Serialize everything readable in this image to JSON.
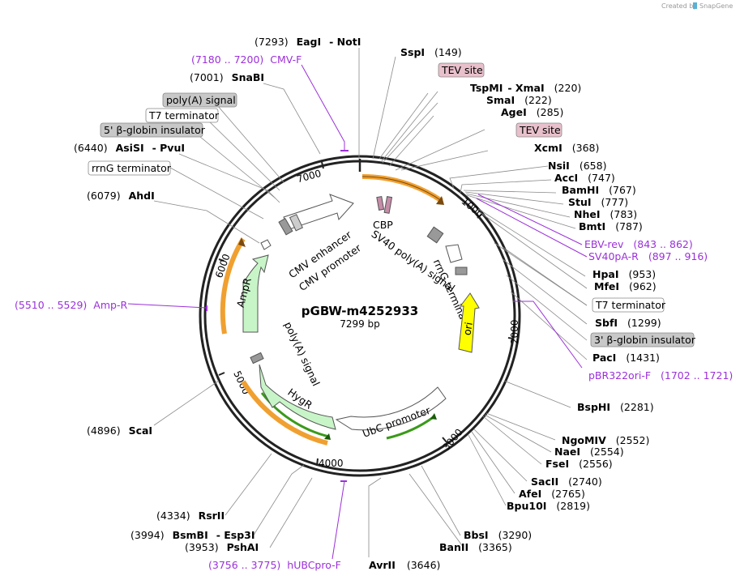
{
  "credit": "Created by",
  "brand": "SnapGene",
  "plasmid": {
    "name": "pGBW-m4252933",
    "length": "7299 bp"
  },
  "ticks": [
    "1000",
    "2000",
    "3000",
    "4000",
    "5000",
    "6000",
    "7000"
  ],
  "sites_left": [
    {
      "pos": "(7293)",
      "name": "EagI",
      "extra": "- NotI"
    },
    {
      "pos": "(7001)",
      "name": "SnaBI"
    },
    {
      "pos": "(6440)",
      "name": "AsiSI",
      "extra": "- PvuI"
    },
    {
      "pos": "(6079)",
      "name": "AhdI"
    },
    {
      "pos": "(4896)",
      "name": "ScaI"
    },
    {
      "pos": "(4334)",
      "name": "RsrII"
    },
    {
      "pos": "(3994)",
      "name": "BsmBI",
      "extra": "- Esp3I"
    },
    {
      "pos": "(3953)",
      "name": "PshAI"
    },
    {
      "pos": "(3646)",
      "name": "AvrII"
    }
  ],
  "sites_right": [
    {
      "name": "SspI",
      "pos": "(149)"
    },
    {
      "name": "TspMI",
      "extra": "- XmaI",
      "pos": "(220)"
    },
    {
      "name": "SmaI",
      "pos": "(222)"
    },
    {
      "name": "AgeI",
      "pos": "(285)"
    },
    {
      "name": "XcmI",
      "pos": "(368)"
    },
    {
      "name": "NsiI",
      "pos": "(658)"
    },
    {
      "name": "AccI",
      "pos": "(747)"
    },
    {
      "name": "BamHI",
      "pos": "(767)"
    },
    {
      "name": "StuI",
      "pos": "(777)"
    },
    {
      "name": "NheI",
      "pos": "(783)"
    },
    {
      "name": "BmtI",
      "pos": "(787)"
    },
    {
      "name": "HpaI",
      "pos": "(953)"
    },
    {
      "name": "MfeI",
      "pos": "(962)"
    },
    {
      "name": "SbfI",
      "pos": "(1299)"
    },
    {
      "name": "PacI",
      "pos": "(1431)"
    },
    {
      "name": "BspHI",
      "pos": "(2281)"
    },
    {
      "name": "NgoMIV",
      "pos": "(2552)"
    },
    {
      "name": "NaeI",
      "pos": "(2554)"
    },
    {
      "name": "FseI",
      "pos": "(2556)"
    },
    {
      "name": "SacII",
      "pos": "(2740)"
    },
    {
      "name": "AfeI",
      "pos": "(2765)"
    },
    {
      "name": "Bpu10I",
      "pos": "(2819)"
    },
    {
      "name": "BbsI",
      "pos": "(3290)"
    },
    {
      "name": "BanII",
      "pos": "(3365)"
    }
  ],
  "primers": [
    {
      "range": "(7180 .. 7200)",
      "name": "CMV-F"
    },
    {
      "name": "EBV-rev",
      "range": "(843 .. 862)"
    },
    {
      "name": "SV40pA-R",
      "range": "(897 .. 916)"
    },
    {
      "name": "pBR322ori-F",
      "range": "(1702 .. 1721)"
    },
    {
      "range": "(5510 .. 5529)",
      "name": "Amp-R"
    },
    {
      "range": "(3756 .. 3775)",
      "name": "hUBCpro-F"
    }
  ],
  "boxed_features": [
    {
      "label": "TEV site",
      "style": "pink"
    },
    {
      "label": "TEV site",
      "style": "pink"
    },
    {
      "label": "poly(A) signal",
      "style": "gray"
    },
    {
      "label": "T7 terminator",
      "style": "white"
    },
    {
      "label": "5' β-globin insulator",
      "style": "gray"
    },
    {
      "label": "rrnG terminator",
      "style": "white"
    },
    {
      "label": "T7 terminator",
      "style": "white"
    },
    {
      "label": "3' β-globin insulator",
      "style": "gray"
    }
  ],
  "inner_features": {
    "cmv_enhancer": "CMV enhancer",
    "cmv_promoter": "CMV promoter",
    "cbp": "CBP",
    "sv40": "SV40 poly(A) signal",
    "rrng": "rrnG terminator",
    "ori": "ori",
    "ampr": "AmpR",
    "polya": "poly(A) signal",
    "hygr": "HygR",
    "ubc": "UbC promoter"
  },
  "colors": {
    "backbone": "#222222",
    "orf": "#f0a030",
    "green_orf": "#3a9a1a",
    "ampr_fill": "#c8f5c8",
    "ori_fill": "#ffff00",
    "primer": "#9b30d9",
    "tev_fill": "#e8c0cc",
    "gray_box": "#c8c8c8"
  }
}
